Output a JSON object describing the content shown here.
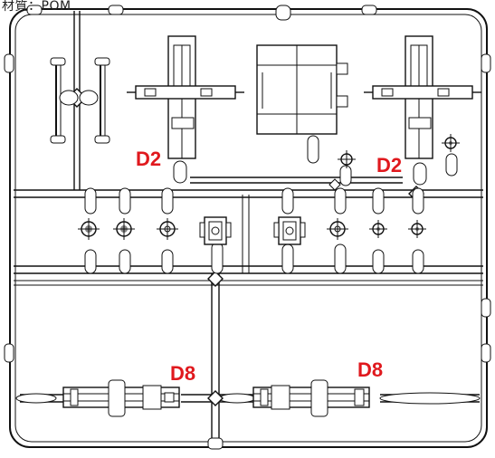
{
  "caption": "材質：POM",
  "labels": [
    "D2",
    "D2",
    "D8",
    "D8"
  ]
}
